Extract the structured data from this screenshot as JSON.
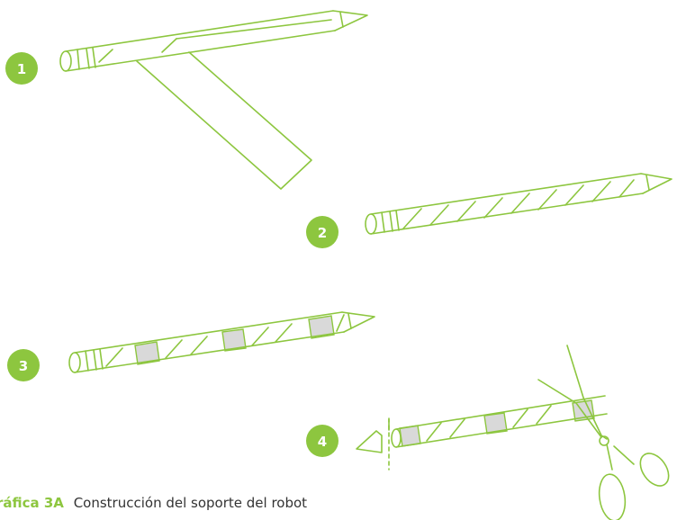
{
  "steps": [
    {
      "number": "1"
    },
    {
      "number": "2"
    },
    {
      "number": "3"
    },
    {
      "number": "4"
    }
  ],
  "caption": {
    "label": "ráfica 3A",
    "text": "Construcción del soporte del robot"
  },
  "colors": {
    "accent": "#8dc63f",
    "tape": "#d9d9d9",
    "badge_text": "#ffffff"
  }
}
